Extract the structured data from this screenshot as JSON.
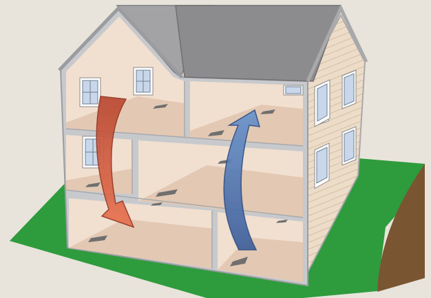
{
  "scene": {
    "subject": "house-cutaway",
    "floors": [
      "attic",
      "middle-floor",
      "ground-floor"
    ],
    "airflow": [
      {
        "name": "warm-air-down",
        "direction": "down",
        "color": "#d9583a"
      },
      {
        "name": "cool-air-up",
        "direction": "up",
        "color": "#4a78b8"
      }
    ]
  },
  "colors": {
    "background": "#e8e4dc",
    "grass": "#2e9b3c",
    "soil": "#7a5532",
    "roof": "#8c8c8e",
    "roof_light": "#a3a3a5",
    "wall_frame": "#c7c9cc",
    "room_interior": "#f1dfd0",
    "room_floor": "#e3c9b3",
    "siding": "#ecdcc8",
    "siding_line": "#d3bfa6",
    "window_glass": "#c8d7ea",
    "vent": "#6f6f6f",
    "arrow_warm": "#d9583a",
    "arrow_cool": "#4a78b8"
  }
}
